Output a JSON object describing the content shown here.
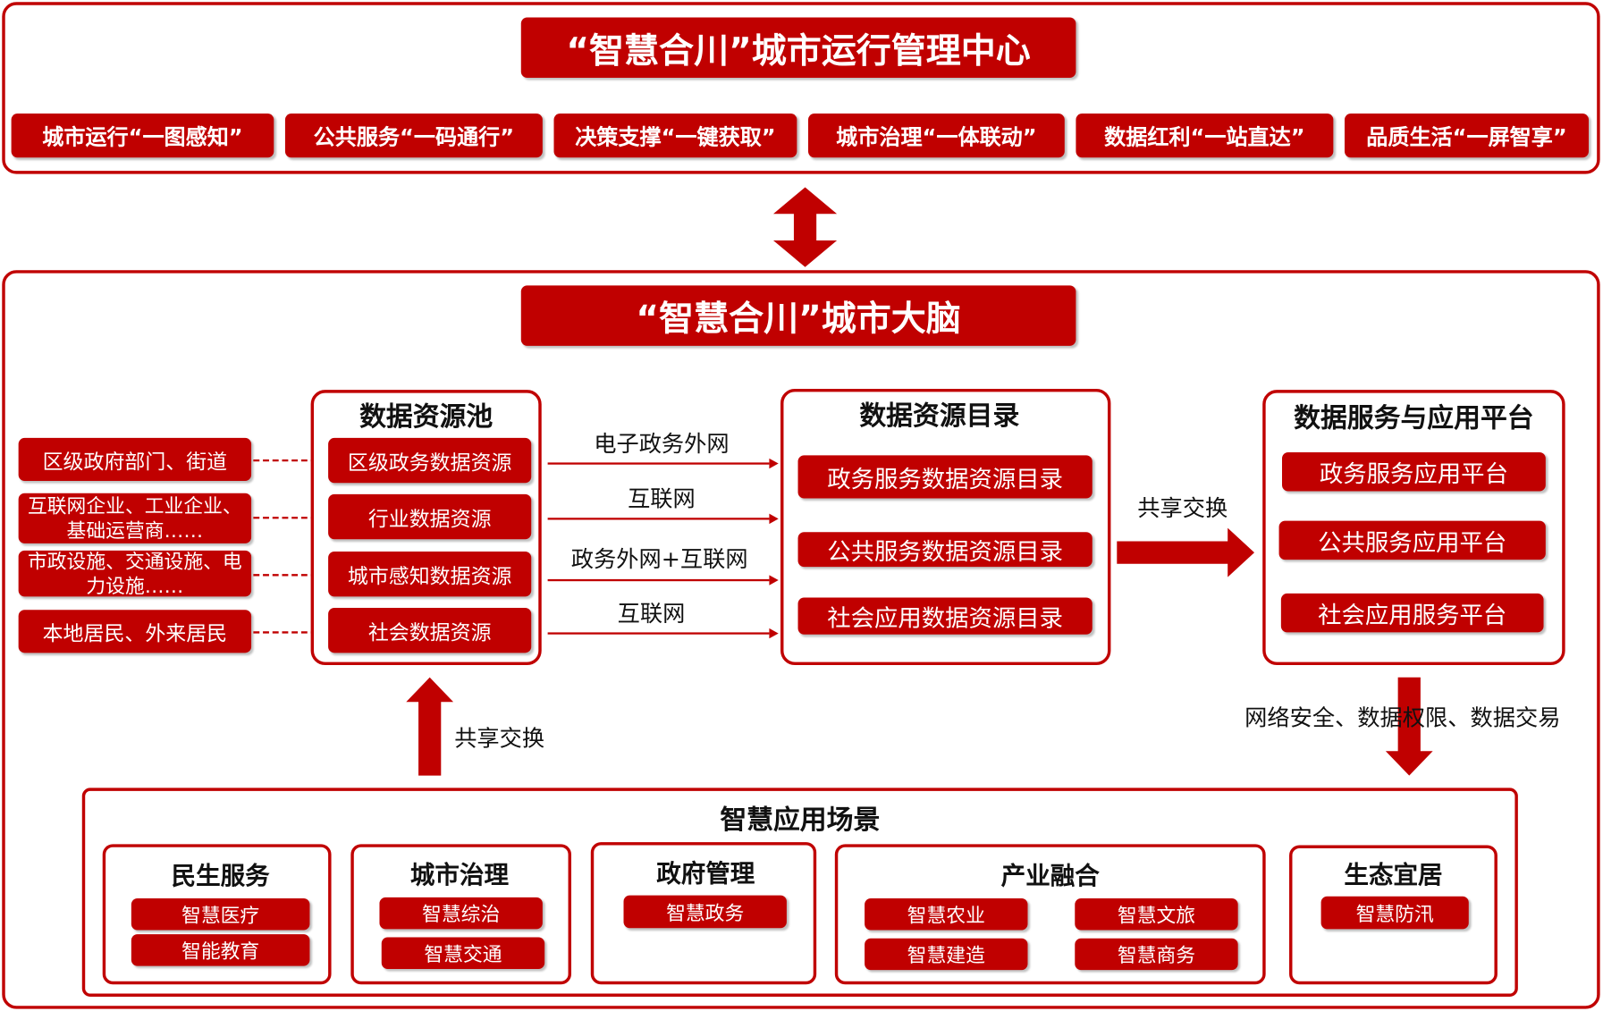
{
  "colors": {
    "accent": "#c00000"
  },
  "top": {
    "title": "“智慧合川”城市运行管理中心",
    "items": [
      "城市运行“一图感知”",
      "公共服务“一码通行”",
      "决策支撑“一键获取”",
      "城市治理“一体联动”",
      "数据红利“一站直达”",
      "品质生活“一屏智享”"
    ]
  },
  "brain": {
    "title": "“智慧合川”城市大脑",
    "sources": [
      "区级政府部门、街道",
      "互联网企业、工业企业、基础运营商……",
      "市政设施、交通设施、电力设施……",
      "本地居民、外来居民"
    ],
    "pool": {
      "title": "数据资源池",
      "items": [
        "区级政务数据资源",
        "行业数据资源",
        "城市感知数据资源",
        "社会数据资源"
      ]
    },
    "networks": [
      "电子政务外网",
      "互联网",
      "政务外网+互联网",
      "互联网"
    ],
    "catalog": {
      "title": "数据资源目录",
      "items": [
        "政务服务数据资源目录",
        "公共服务数据资源目录",
        "社会应用数据资源目录"
      ]
    },
    "exchange_right": "共享交换",
    "platform": {
      "title": "数据服务与应用平台",
      "items": [
        "政务服务应用平台",
        "公共服务应用平台",
        "社会应用服务平台"
      ]
    },
    "security": "网络安全、数据权限、数据交易",
    "exchange_up": "共享交换",
    "scenes": {
      "title": "智慧应用场景",
      "groups": [
        {
          "title": "民生服务",
          "items": [
            "智慧医疗",
            "智能教育"
          ]
        },
        {
          "title": "城市治理",
          "items": [
            "智慧综治",
            "智慧交通"
          ]
        },
        {
          "title": "政府管理",
          "items": [
            "智慧政务"
          ]
        },
        {
          "title": "产业融合",
          "items": [
            "智慧农业",
            "智慧文旅",
            "智慧建造",
            "智慧商务"
          ]
        },
        {
          "title": "生态宜居",
          "items": [
            "智慧防汛"
          ]
        }
      ]
    }
  }
}
